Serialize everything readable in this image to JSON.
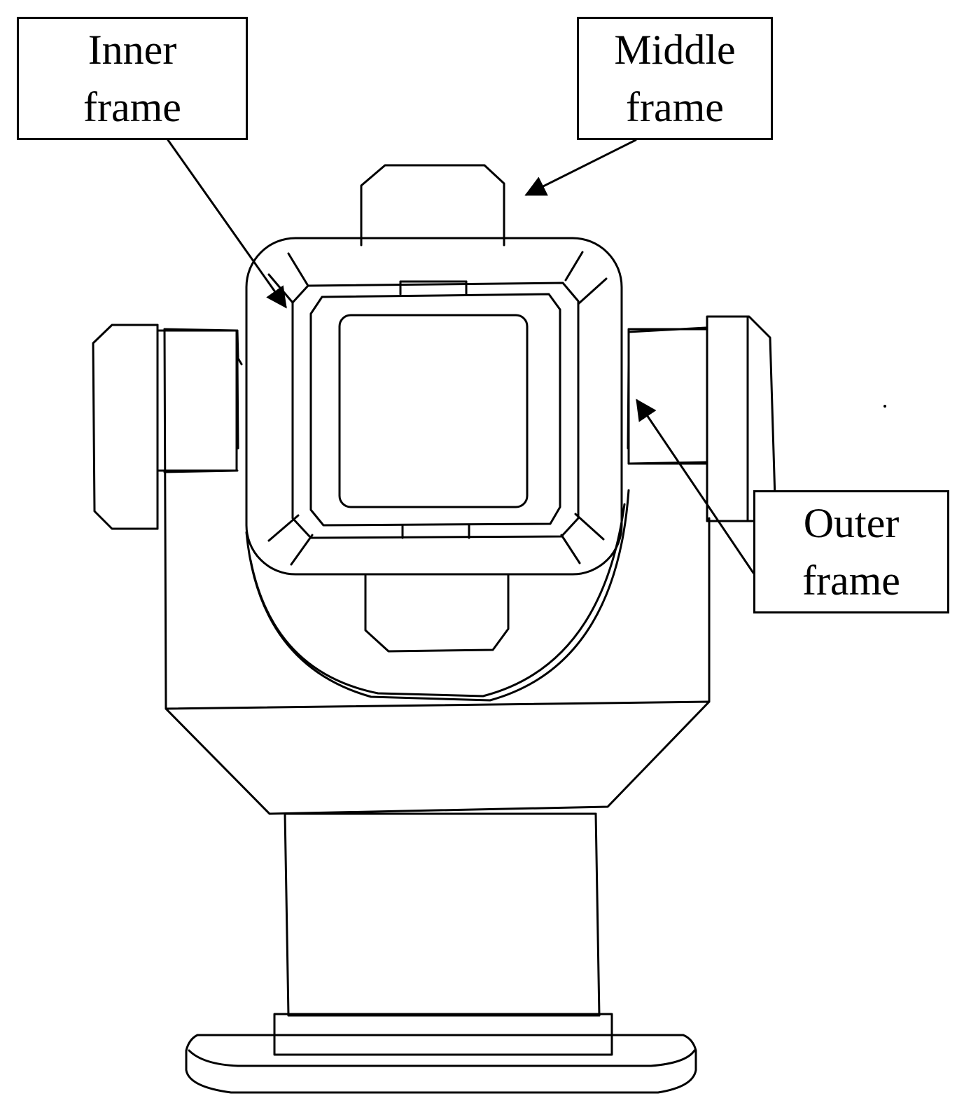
{
  "labels": {
    "inner": {
      "line1": "Inner",
      "line2": "frame"
    },
    "middle": {
      "line1": "Middle",
      "line2": "frame"
    },
    "outer": {
      "line1": "Outer",
      "line2": "frame"
    }
  },
  "colors": {
    "stroke": "#000000",
    "background": "#ffffff"
  }
}
